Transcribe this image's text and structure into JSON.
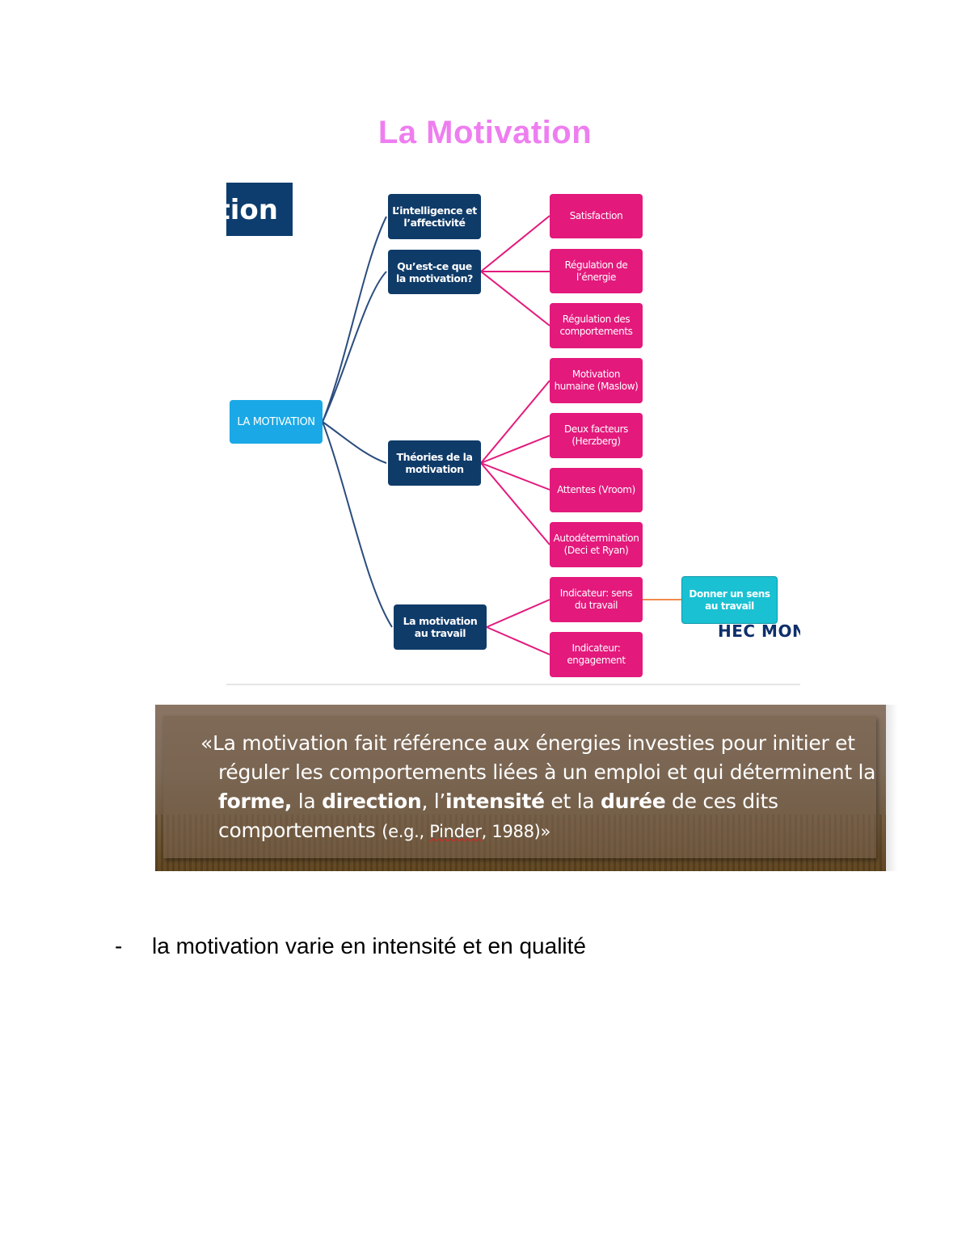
{
  "title": "La Motivation",
  "diagram": {
    "cutoff_title": "tion",
    "root": "LA MOTIVATION",
    "branches": [
      {
        "label": "L’intelligence et l’affectivité"
      },
      {
        "label": "Qu’est-ce que la motivation?"
      },
      {
        "label": "Théories de la motivation"
      },
      {
        "label": "La motivation au travail"
      }
    ],
    "leaves": [
      "Satisfaction",
      "Régulation de l’énergie",
      "Régulation des comportements",
      "Motivation humaine (Maslow)",
      "Deux facteurs (Herzberg)",
      "Attentes (Vroom)",
      "Autodétermination (Deci et Ryan)",
      "Indicateur: sens du travail",
      "Indicateur: engagement"
    ],
    "extra": "Donner un sens au travail",
    "logo_text": "HEC MON",
    "colors": {
      "root": "#1aa9e6",
      "branch": "#0f3b69",
      "leaf": "#e3197c",
      "extra": "#19c1d3",
      "connector_blue": "#2b4c7e",
      "connector_pink": "#e3197c",
      "connector_orange": "#f08a4b"
    }
  },
  "quote": {
    "open": "«La motivation fait référence aux énergies investies pour initier et réguler les comportements liées à un emploi et qui déterminent la ",
    "w_forme": "forme,",
    "t_la1": " la ",
    "w_direction": "direction",
    "t_l": ", l’",
    "w_intensite": "intensité",
    "t_etla": " et la ",
    "w_duree": "durée",
    "t_rest": " de ces dits comportements ",
    "ref_open": "(e.g., ",
    "ref_author": "Pinder",
    "ref_close": ", 1988)»"
  },
  "bullet": {
    "dash": "-",
    "text": "la motivation varie en intensité et en qualité"
  }
}
